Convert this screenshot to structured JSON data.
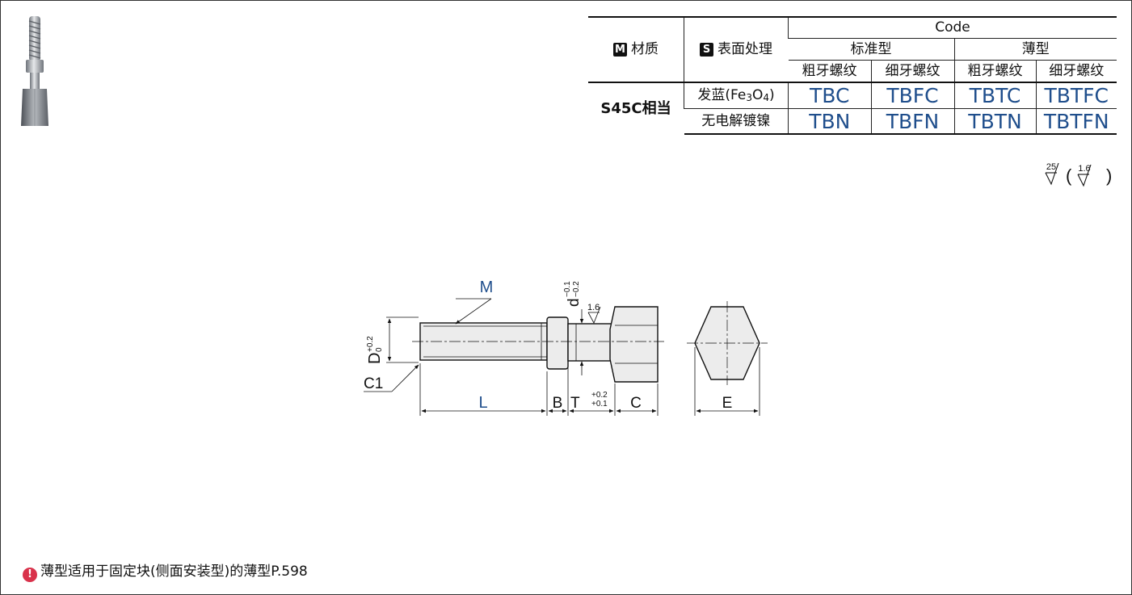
{
  "table": {
    "header": {
      "material_badge": "M",
      "material": "材质",
      "surface_badge": "S",
      "surface": "表面处理",
      "code": "Code",
      "standard": "标准型",
      "thin": "薄型",
      "coarse": "粗牙螺纹",
      "fine": "细牙螺纹"
    },
    "material_value": "S45C相当",
    "rows": [
      {
        "surface_main": "发蓝(Fe",
        "sub1": "3",
        "mid": "O",
        "sub2": "4",
        "tail": ")",
        "codes": [
          "TBC",
          "TBFC",
          "TBTC",
          "TBTFC"
        ]
      },
      {
        "surface_main": "无电解镀镍",
        "codes": [
          "TBN",
          "TBFN",
          "TBTN",
          "TBTFN"
        ]
      }
    ]
  },
  "roughness": {
    "main": "25",
    "secondary": "1.6"
  },
  "drawing": {
    "label_M": "M",
    "label_D": "D",
    "d_tol_upper": "+0.2",
    "d_tol_lower": "0",
    "label_C1": "C1",
    "label_d": "d",
    "dtol_upper": "−0.1",
    "dtol_lower": "−0.2",
    "rough_value": "1.6",
    "label_L": "L",
    "label_B": "B",
    "label_T": "T",
    "t_tol_upper": "+0.2",
    "t_tol_lower": "+0.1",
    "label_C": "C",
    "label_E": "E"
  },
  "note": {
    "icon": "!",
    "text": "薄型适用于固定块(侧面安装型)的薄型P.598"
  },
  "colors": {
    "code_blue": "#1f4e8c",
    "note_red": "#d9324b"
  }
}
